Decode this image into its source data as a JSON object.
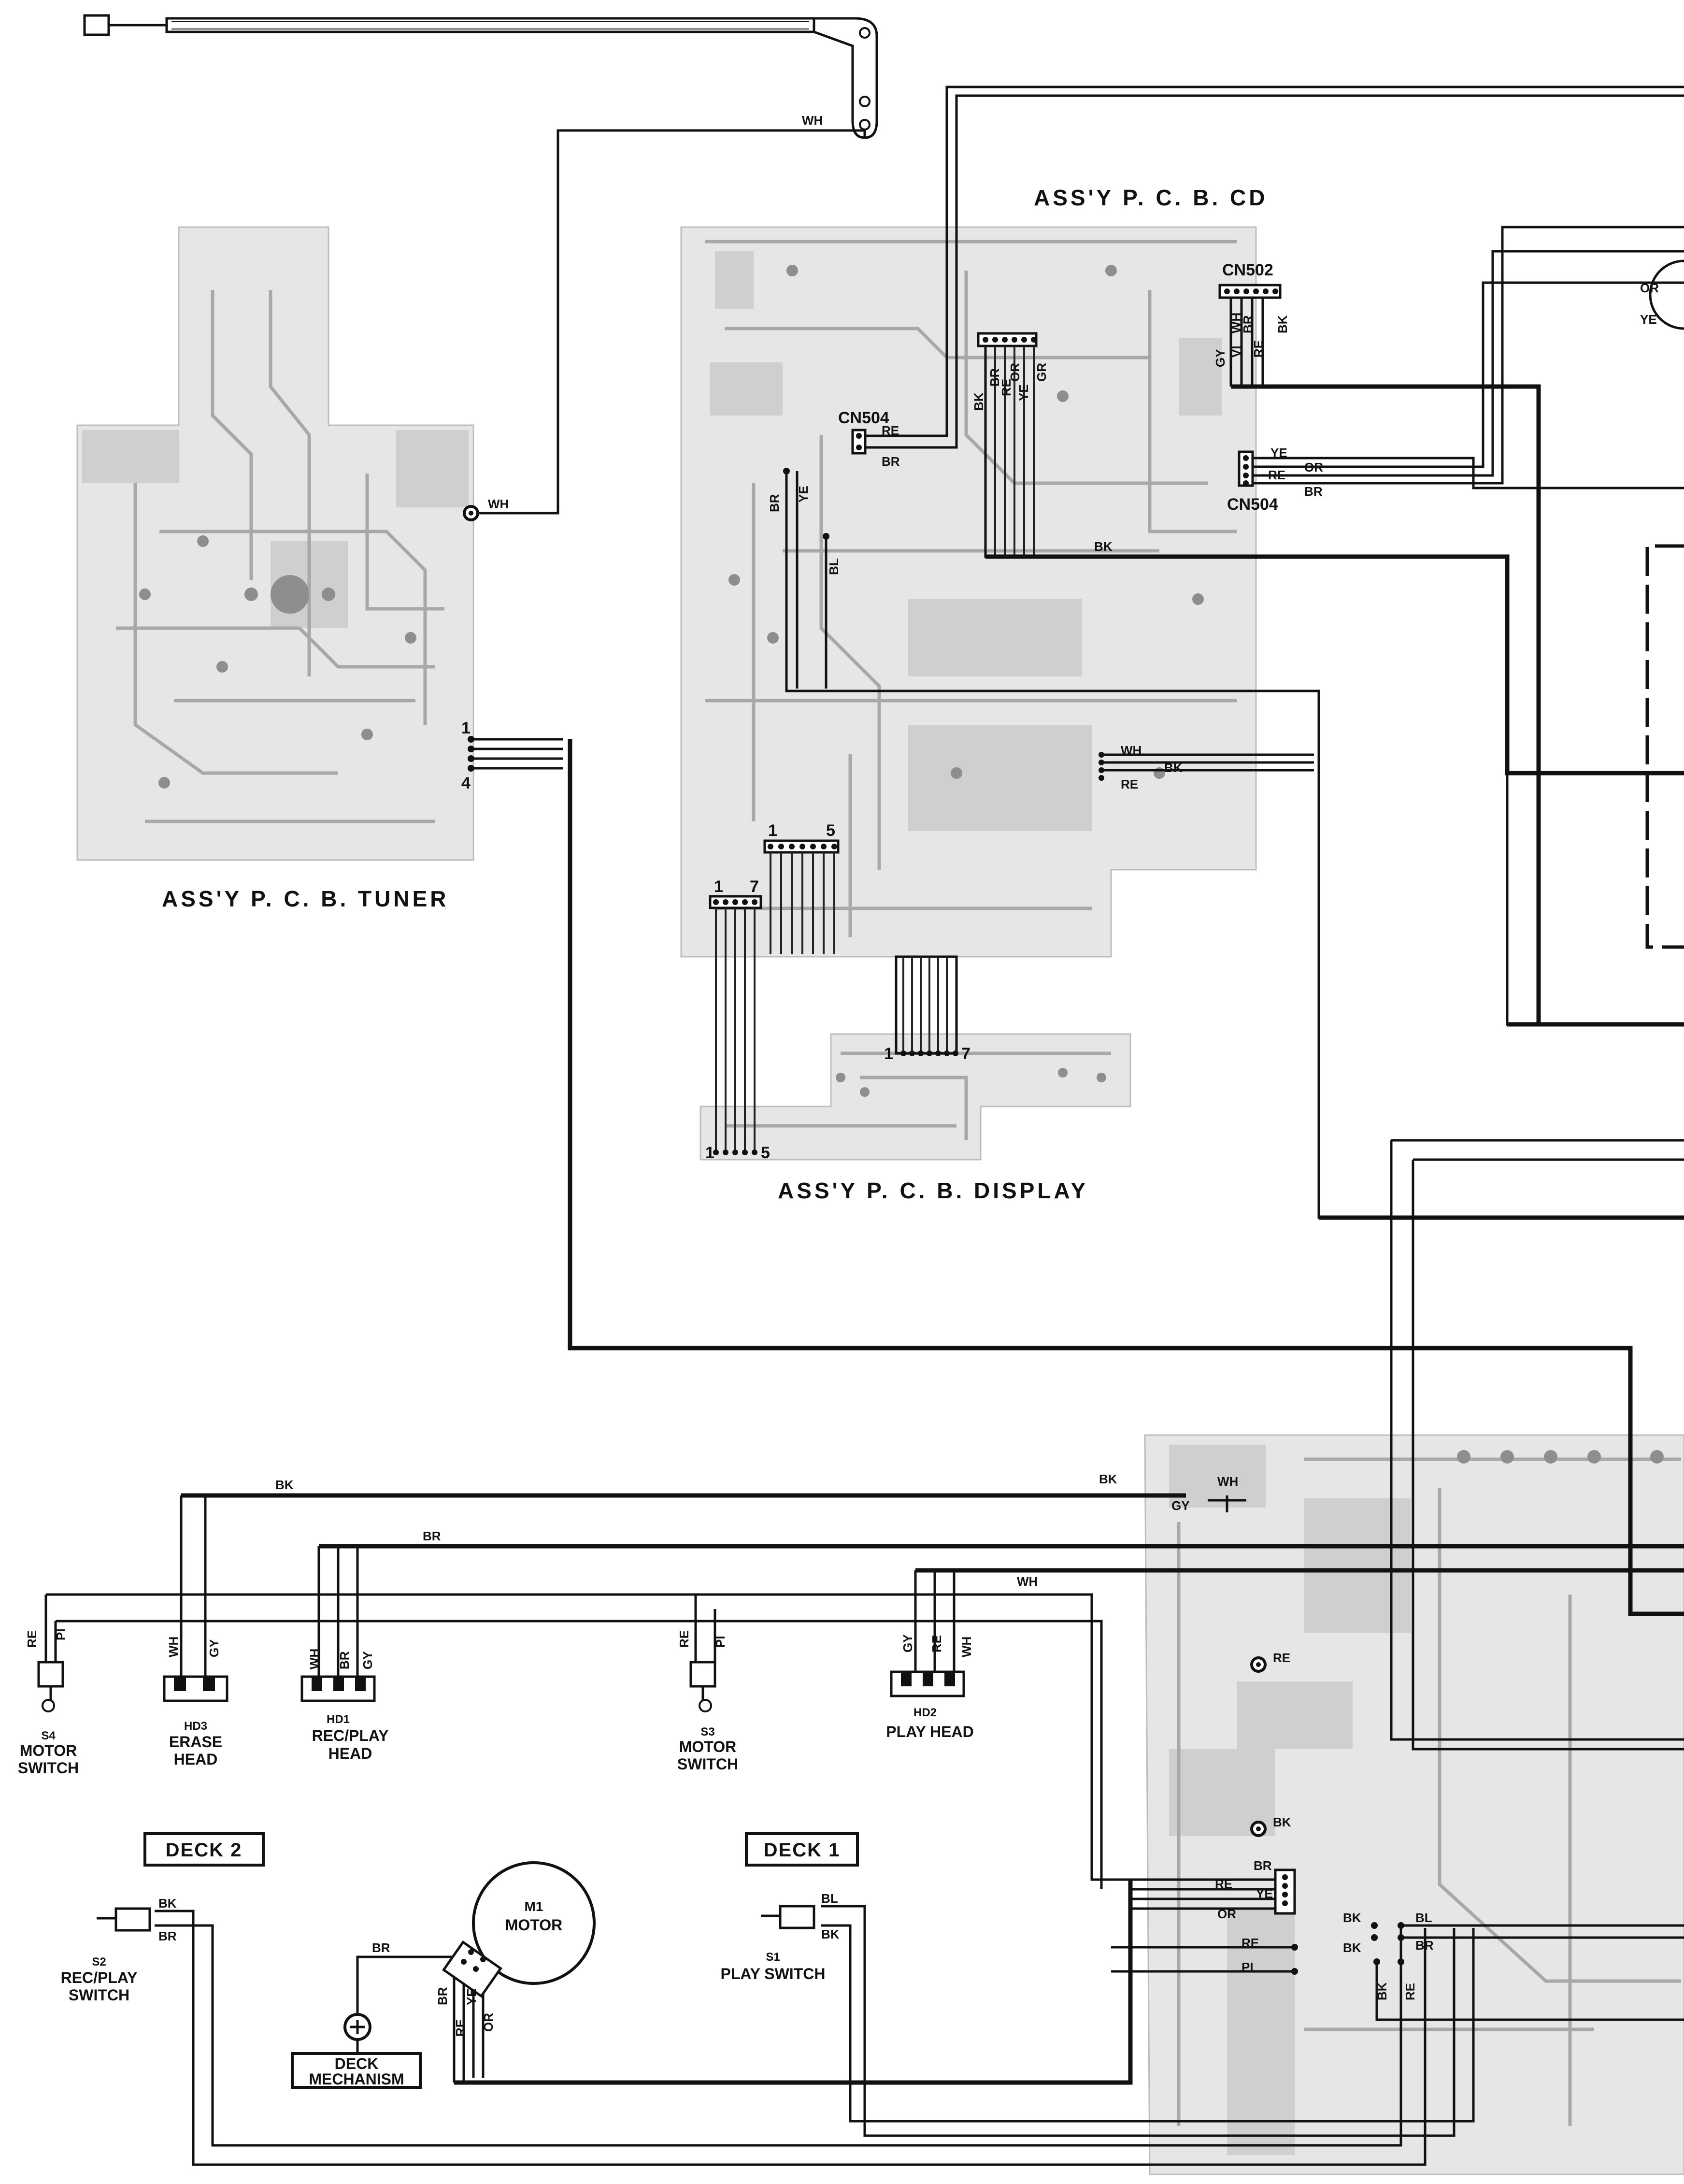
{
  "boards": {
    "cd": "ASS'Y P. C. B. CD",
    "tuner": "ASS'Y P. C. B. TUNER",
    "display": "ASS'Y P. C. B. DISPLAY"
  },
  "connectors": {
    "cn502": "CN502",
    "cn504_left": "CN504",
    "cn504_right": "CN504"
  },
  "pins": {
    "tuner_1": "1",
    "tuner_4": "4",
    "disp_a_1": "1",
    "disp_a_5": "5",
    "disp_b_1": "1",
    "disp_b_7": "7",
    "disp_c_1": "1",
    "disp_c_7": "7",
    "disp_d_1": "1",
    "disp_d_5": "5"
  },
  "wire_colors": {
    "antenna_wh": "WH",
    "tuner_wh": "WH",
    "cn504_re": "RE",
    "cn504_br": "BR",
    "cd_br_v": "BR",
    "cd_ye_v": "YE",
    "cd_bl_v": "BL",
    "bundle_bk": "BK",
    "bundle_br": "BR",
    "bundle_re": "RE",
    "bundle_or": "OR",
    "bundle_ye": "YE",
    "bundle_gr": "GR",
    "cn502_gy": "GY",
    "cn502_wh": "WH",
    "cn502_vi": "VI",
    "cn502_br": "BR",
    "cn502_re": "RE",
    "cn502_bk": "BK",
    "cn504r_ye": "YE",
    "cn504r_re": "RE",
    "cn504r_or": "OR",
    "cn504r_br": "BR",
    "mid_bk": "BK",
    "cd_wh": "WH",
    "cd_bk": "BK",
    "cd_re": "RE",
    "right_or": "OR",
    "right_ye": "YE",
    "deck_bk_top": "BK",
    "deck_bk_right": "BK",
    "deck_br_top": "BR",
    "deck_wh_top": "WH",
    "deck_wh_pcb": "WH",
    "deck_gy_pcb": "GY",
    "deck_re_pcb": "RE",
    "deck_bk_pcb": "BK",
    "s4_re": "RE",
    "s4_pi": "PI",
    "hd3_wh": "WH",
    "hd3_gy": "GY",
    "hd1_wh": "WH",
    "hd1_br": "BR",
    "hd1_gy": "GY",
    "s3_re": "RE",
    "s3_pi": "PI",
    "hd2_gy": "GY",
    "hd2_re": "RE",
    "hd2_wh": "WH",
    "s2_bk": "BK",
    "s2_br": "BR",
    "s1_bl": "BL",
    "s1_bk": "BK",
    "m1_br_top": "BR",
    "m1_br": "BR",
    "m1_re": "RE",
    "m1_ye": "YE",
    "m1_or": "OR",
    "conn_br": "BR",
    "conn_re": "RE",
    "conn_ye": "YE",
    "conn_or": "OR",
    "conn_re2": "RE",
    "conn_pi": "PI",
    "conn_bk1": "BK",
    "conn_bl": "BL",
    "conn_bk2": "BK",
    "conn_br2": "BR",
    "conn_bk3": "BK",
    "conn_re3": "RE"
  },
  "components": {
    "s4": [
      "S4",
      "MOTOR",
      "SWITCH"
    ],
    "hd3": [
      "HD3",
      "ERASE",
      "HEAD"
    ],
    "hd1": [
      "HD1",
      "REC/PLAY",
      "HEAD"
    ],
    "s3": [
      "S3",
      "MOTOR",
      "SWITCH"
    ],
    "hd2": [
      "HD2",
      "PLAY HEAD"
    ],
    "s2": [
      "S2",
      "REC/PLAY",
      "SWITCH"
    ],
    "m1": [
      "M1",
      "MOTOR"
    ],
    "s1": [
      "S1",
      "PLAY SWITCH"
    ],
    "deck_mech": [
      "DECK",
      "MECHANISM"
    ]
  },
  "decks": {
    "deck2": "DECK 2",
    "deck1": "DECK 1"
  }
}
